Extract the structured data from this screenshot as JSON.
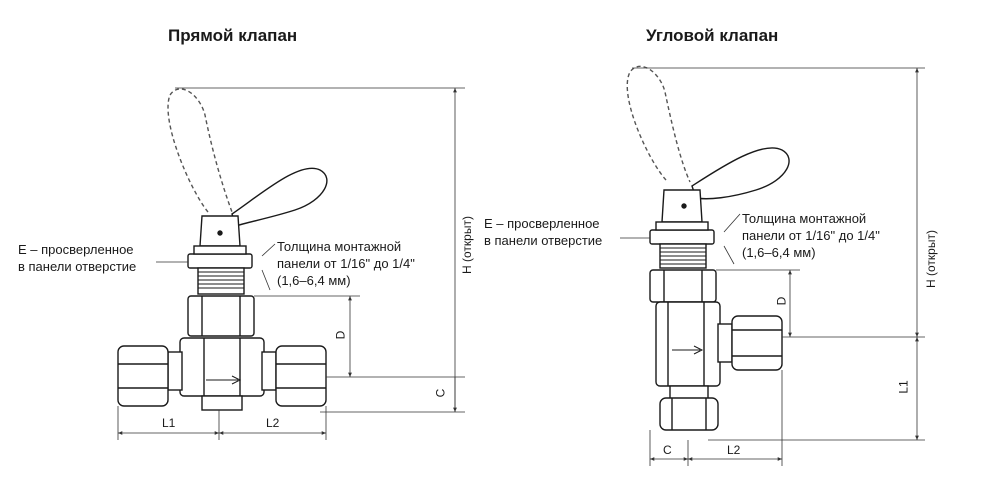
{
  "titles": {
    "straight": "Прямой клапан",
    "angle": "Угловой клапан"
  },
  "labels": {
    "hole_line1": "E – просверленное",
    "hole_line2": "в панели отверстие",
    "panel_line1": "Толщина монтажной",
    "panel_line2": "панели от 1/16\" до 1/4\"",
    "panel_line3": "(1,6–6,4 мм)"
  },
  "dims": {
    "h": "H (открыт)",
    "d": "D",
    "c": "C",
    "l1": "L1",
    "l2": "L2"
  },
  "colors": {
    "stroke": "#1a1a1a",
    "dim_line": "#333333",
    "hidden": "#555555"
  }
}
